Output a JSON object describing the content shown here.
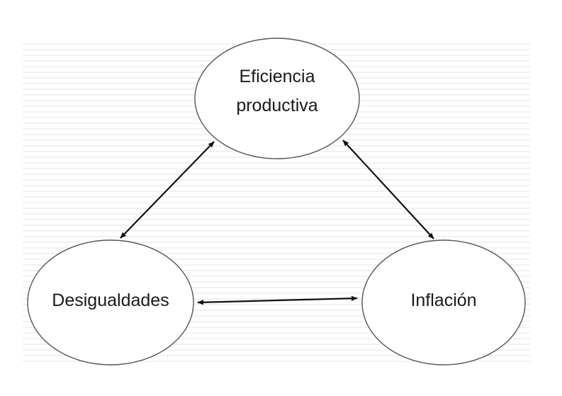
{
  "diagram": {
    "nodes": {
      "eficiencia": {
        "line1": "Eficiencia",
        "line2": "productiva"
      },
      "desigualdades": {
        "label": "Desigualdades"
      },
      "inflacion": {
        "label": "Inflación"
      }
    },
    "edges": [
      {
        "from": "eficiencia",
        "to": "desigualdades",
        "type": "bidirectional"
      },
      {
        "from": "eficiencia",
        "to": "inflacion",
        "type": "bidirectional"
      },
      {
        "from": "desigualdades",
        "to": "inflacion",
        "type": "bidirectional"
      }
    ],
    "colors": {
      "background": "#ffffff",
      "stripe": "#e6e6e6",
      "outline": "#555555",
      "arrow": "#111111",
      "text": "#1a1a1a"
    }
  }
}
